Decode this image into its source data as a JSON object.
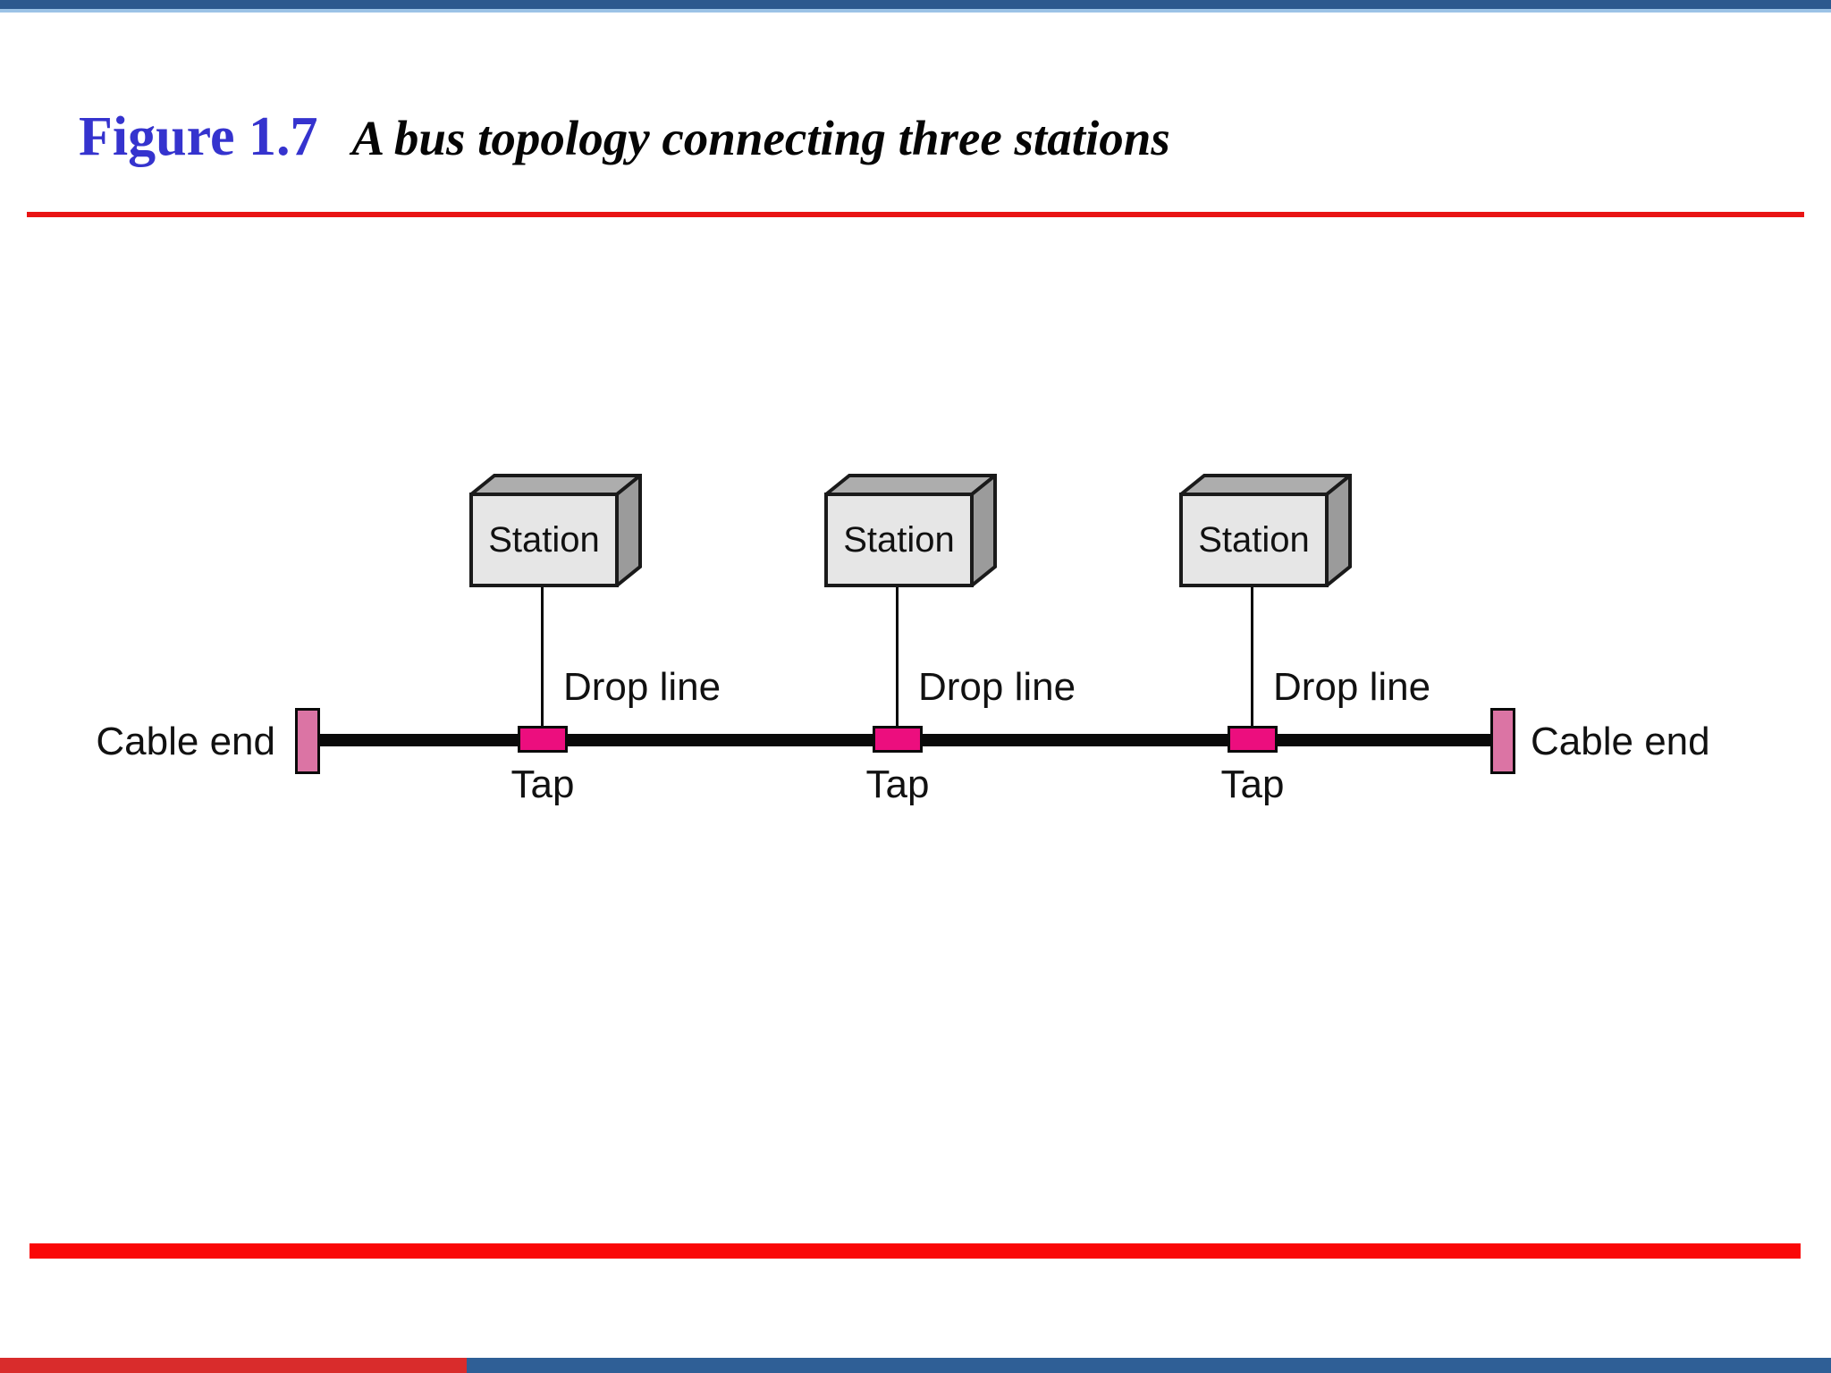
{
  "header": {
    "figure_label": "Figure 1.7",
    "figure_title": "A bus topology connecting three stations"
  },
  "diagram": {
    "stations": [
      {
        "label": "Station"
      },
      {
        "label": "Station"
      },
      {
        "label": "Station"
      }
    ],
    "drop_lines": [
      {
        "label": "Drop line"
      },
      {
        "label": "Drop line"
      },
      {
        "label": "Drop line"
      }
    ],
    "taps": [
      {
        "label": "Tap"
      },
      {
        "label": "Tap"
      },
      {
        "label": "Tap"
      }
    ],
    "cable_ends": [
      {
        "label": "Cable end"
      },
      {
        "label": "Cable end"
      }
    ]
  },
  "colors": {
    "top_bar_blue": "#2D598E",
    "top_bar_edge": "#9CC3E6",
    "title_blue": "#3533CE",
    "rule_red": "#E91414",
    "bottom_rule_red": "#FA0808",
    "bus_black": "#0A0A0A",
    "tap_pink": "#EC0E7E",
    "terminator_pink": "#DB74A4",
    "box_front": "#E6E6E6",
    "box_top": "#ADADAD",
    "box_side": "#9B9B9B",
    "footer_red": "#D92C2C",
    "footer_blue": "#2F5F96"
  }
}
